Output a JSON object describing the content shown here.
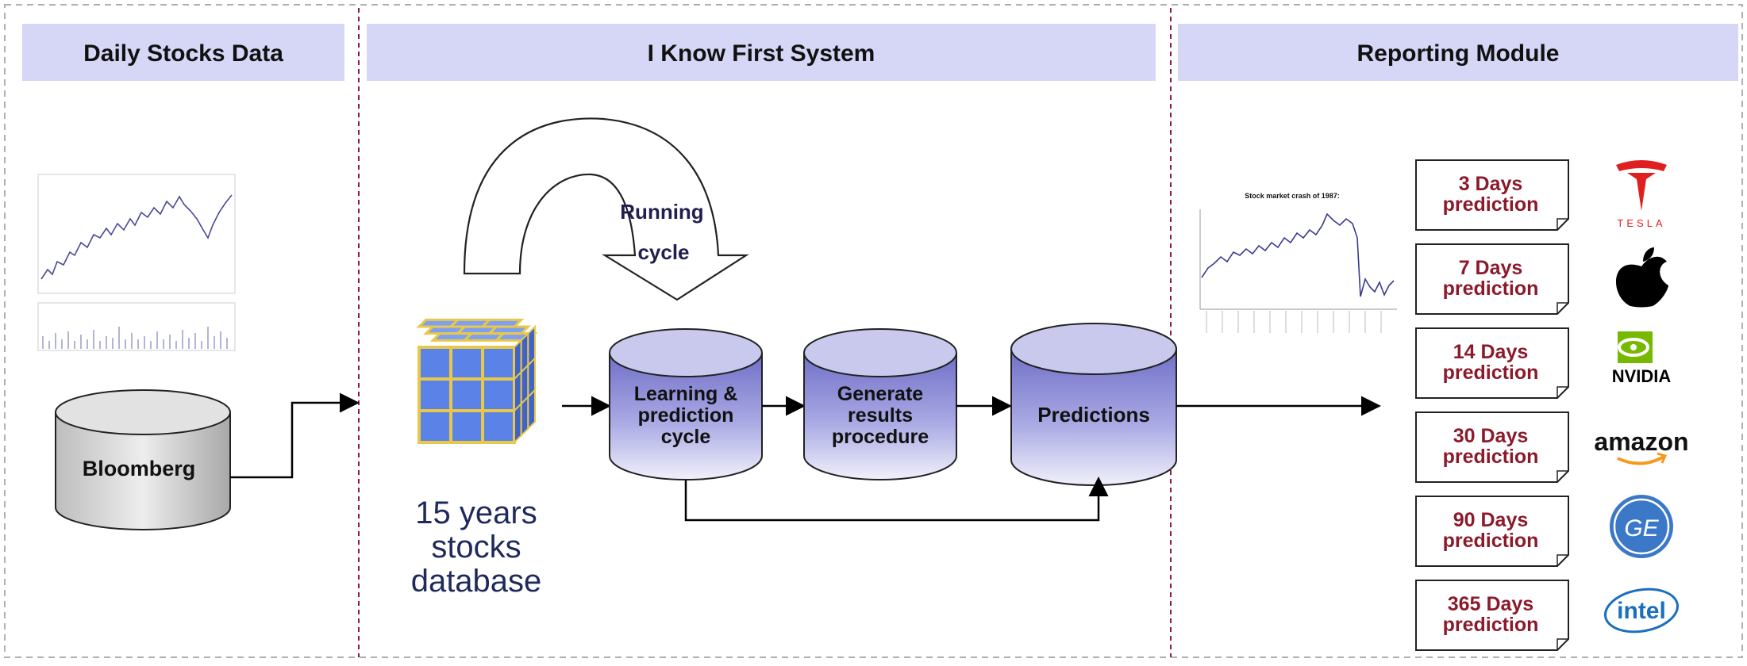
{
  "sections": {
    "input": {
      "header": "Daily Stocks Data",
      "source_label": "Bloomberg"
    },
    "system": {
      "header": "I Know First System",
      "running_cycle": [
        "Running",
        "cycle"
      ],
      "database_label": [
        "15 years",
        "stocks",
        "database"
      ],
      "nodes": {
        "learning": [
          "Learning &",
          "prediction",
          "cycle"
        ],
        "generate": [
          "Generate",
          "results",
          "procedure"
        ],
        "predictions": [
          "Predictions"
        ]
      }
    },
    "reporting": {
      "header": "Reporting Module",
      "chart_title": "Stock market crash of 1987:",
      "predictions": [
        {
          "line1": "3 Days",
          "line2": "prediction",
          "logo": "tesla-logo"
        },
        {
          "line1": "7 Days",
          "line2": "prediction",
          "logo": "apple-logo"
        },
        {
          "line1": "14 Days",
          "line2": "prediction",
          "logo": "nvidia-logo"
        },
        {
          "line1": "30 Days",
          "line2": "prediction",
          "logo": "amazon-logo"
        },
        {
          "line1": "90 Days",
          "line2": "prediction",
          "logo": "ge-logo"
        },
        {
          "line1": "365 Days",
          "line2": "prediction",
          "logo": "intel-logo"
        }
      ],
      "logo_text": {
        "tesla": "TESLA",
        "nvidia": "NVIDIA",
        "amazon": "amazon",
        "ge": "GE",
        "intel": "intel"
      }
    }
  },
  "colors": {
    "header_bg": "#d6d6f7",
    "cylinder_top": "#c9c9ee",
    "cylinder_body": "#8f8fd6",
    "prediction_text": "#8b1a2b",
    "database_text": "#1f2a5c",
    "divider": "#8b1a4a"
  }
}
